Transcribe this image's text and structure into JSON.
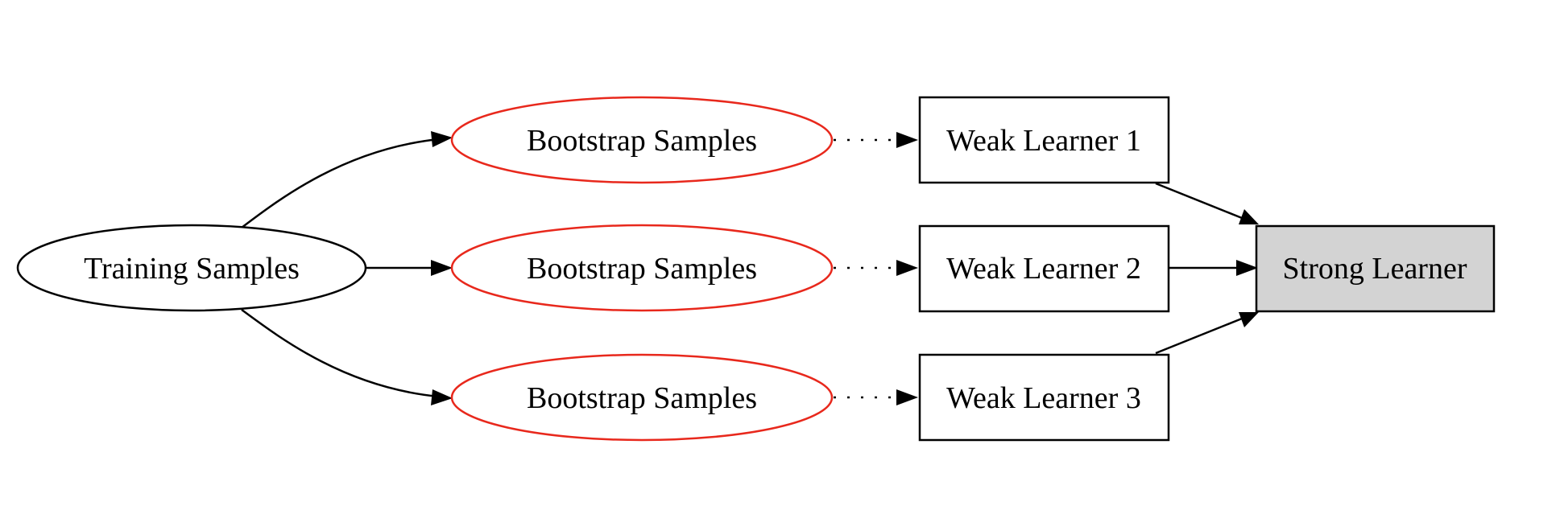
{
  "nodes": {
    "training": {
      "label": "Training Samples",
      "stroke": "#000000",
      "fill": "#ffffff"
    },
    "bootstrap_1": {
      "label": "Bootstrap Samples",
      "stroke": "#e8281c",
      "fill": "#ffffff"
    },
    "bootstrap_2": {
      "label": "Bootstrap Samples",
      "stroke": "#e8281c",
      "fill": "#ffffff"
    },
    "bootstrap_3": {
      "label": "Bootstrap Samples",
      "stroke": "#e8281c",
      "fill": "#ffffff"
    },
    "weak_1": {
      "label": "Weak Learner 1",
      "stroke": "#000000",
      "fill": "#ffffff"
    },
    "weak_2": {
      "label": "Weak Learner 2",
      "stroke": "#000000",
      "fill": "#ffffff"
    },
    "weak_3": {
      "label": "Weak Learner 3",
      "stroke": "#000000",
      "fill": "#ffffff"
    },
    "strong": {
      "label": "Strong Learner",
      "stroke": "#000000",
      "fill": "#d3d3d3"
    }
  },
  "edges": [
    {
      "from": "training",
      "to": "bootstrap_1",
      "style": "solid"
    },
    {
      "from": "training",
      "to": "bootstrap_2",
      "style": "solid"
    },
    {
      "from": "training",
      "to": "bootstrap_3",
      "style": "solid"
    },
    {
      "from": "bootstrap_1",
      "to": "weak_1",
      "style": "dotted"
    },
    {
      "from": "bootstrap_2",
      "to": "weak_2",
      "style": "dotted"
    },
    {
      "from": "bootstrap_3",
      "to": "weak_3",
      "style": "dotted"
    },
    {
      "from": "weak_1",
      "to": "strong",
      "style": "solid"
    },
    {
      "from": "weak_2",
      "to": "strong",
      "style": "solid"
    },
    {
      "from": "weak_3",
      "to": "strong",
      "style": "solid"
    }
  ]
}
